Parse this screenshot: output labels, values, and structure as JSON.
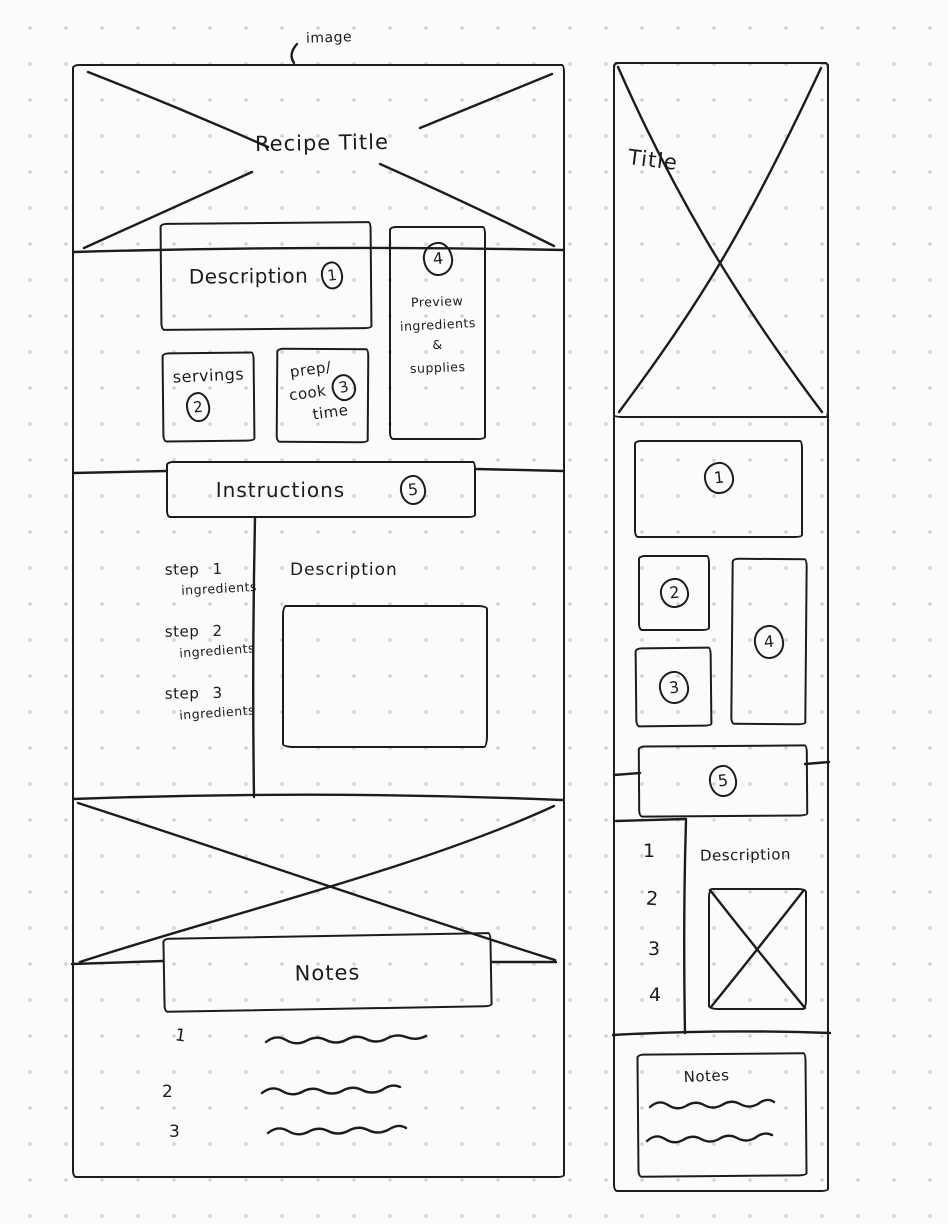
{
  "desktop": {
    "image_annotation": "image",
    "hero_title": "Recipe Title",
    "description": {
      "label": "Description",
      "num": "1"
    },
    "servings": {
      "label": "servings",
      "num": "2"
    },
    "prep_cook": {
      "line1": "prep/",
      "line2": "cook",
      "line3": "time",
      "num": "3"
    },
    "preview": {
      "num": "4",
      "line1": "Preview",
      "line2": "ingredients",
      "line3": "&",
      "line4": "supplies"
    },
    "instructions": {
      "label": "Instructions",
      "num": "5"
    },
    "steps": [
      {
        "label": "step 1",
        "sub": "ingredients"
      },
      {
        "label": "step 2",
        "sub": "ingredients"
      },
      {
        "label": "step 3",
        "sub": "ingredients"
      }
    ],
    "step_detail": {
      "label": "Description"
    },
    "notes": {
      "label": "Notes",
      "items": [
        "1",
        "2",
        "3"
      ]
    }
  },
  "mobile": {
    "title": "Title",
    "block1": {
      "num": "1"
    },
    "block2": {
      "num": "2"
    },
    "block3": {
      "num": "3"
    },
    "block4": {
      "num": "4"
    },
    "block5": {
      "num": "5"
    },
    "step_numbers": [
      "1",
      "2",
      "3",
      "4"
    ],
    "description_label": "Description",
    "notes_label": "Notes"
  },
  "colors": {
    "ink": "#1c1c1e",
    "paper": "#fbfbfc",
    "dot": "#d3d3d8"
  }
}
